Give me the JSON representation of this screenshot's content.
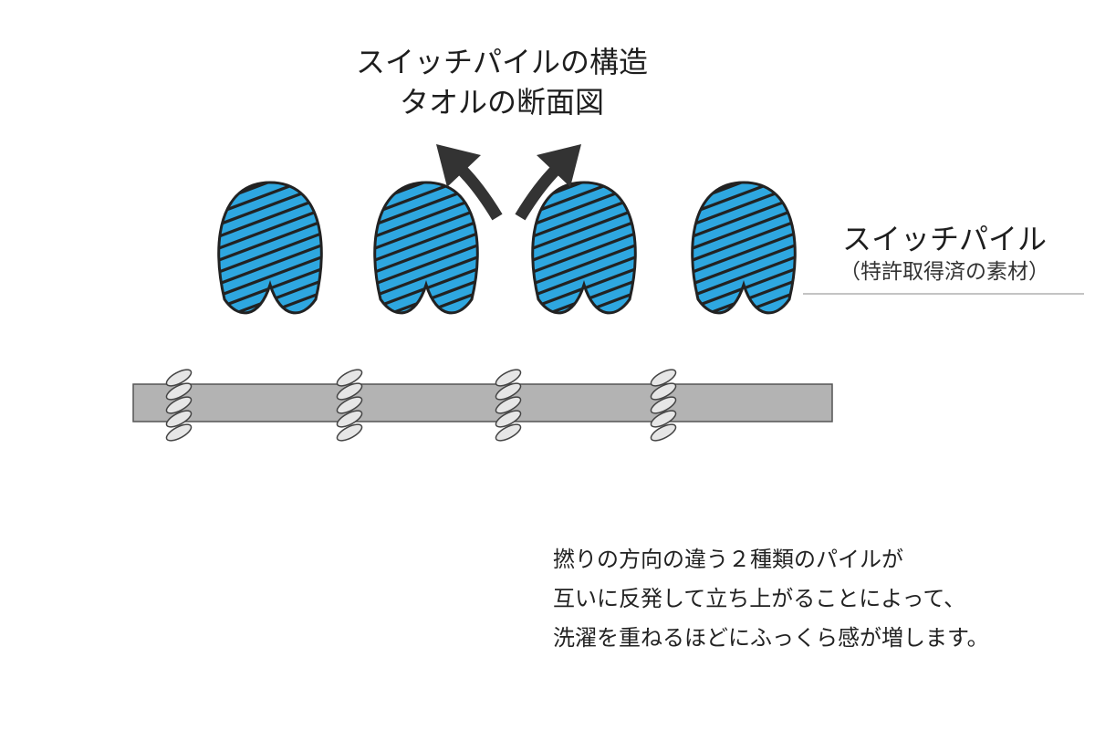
{
  "title": {
    "line1": "スイッチパイルの構造",
    "line2": "タオルの断面図"
  },
  "callout": {
    "name": "スイッチパイル",
    "sub": "（特許取得済の素材）"
  },
  "description": {
    "lines": [
      "撚りの方向の違う２種類のパイルが",
      "互いに反発して立ち上がることによって、",
      "洗濯を重ねるほどにふっくら感が増します。"
    ]
  },
  "colors": {
    "pile_fill": "#2ea7e0",
    "pile_stroke": "#222222",
    "base_fill": "#b3b3b3",
    "arrow": "#333333",
    "weft_fill": "#e6e6e6"
  },
  "icons": {
    "arrows": [
      "arrow-up-left-icon",
      "arrow-up-right-icon"
    ]
  }
}
